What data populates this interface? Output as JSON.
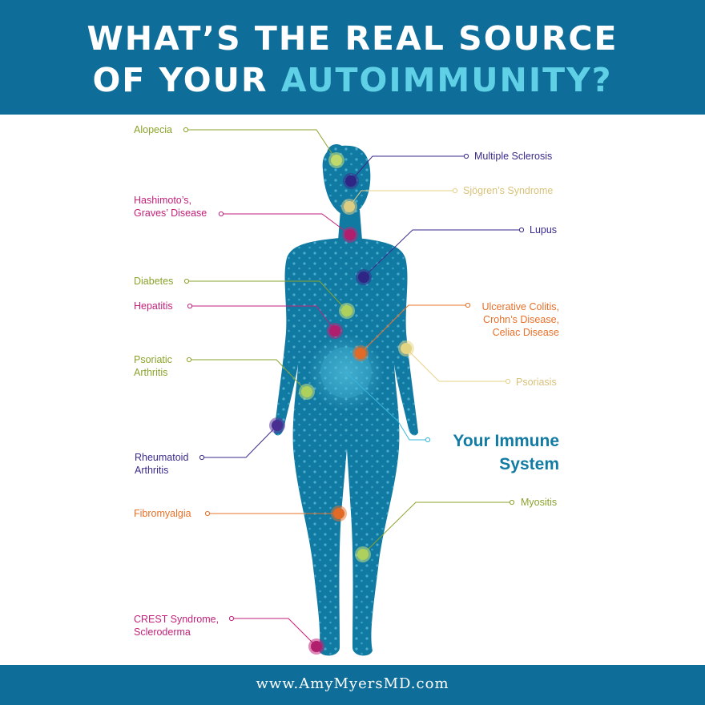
{
  "header": {
    "title_line1": "WHAT’S THE REAL SOURCE",
    "title_line2_prefix": "OF YOUR ",
    "title_line2_accent": "AUTOIMMUNITY?"
  },
  "center_label": {
    "line1": "Your Immune",
    "line2": "System"
  },
  "conditions": {
    "alopecia": "Alopecia",
    "multiple_sclerosis": "Multiple Sclerosis",
    "sjogrens": "Sjögren’s Syndrome",
    "hashimotos_line1": "Hashimoto’s,",
    "hashimotos_line2": "Graves’ Disease",
    "lupus": "Lupus",
    "diabetes": "Diabetes",
    "hepatitis": "Hepatitis",
    "ulcerative_line1": "Ulcerative Colitis,",
    "ulcerative_line2": "Crohn’s Disease,",
    "ulcerative_line3": "Celiac Disease",
    "psoriatic_line1": "Psoriatic",
    "psoriatic_line2": "Arthritis",
    "psoriasis": "Psoriasis",
    "rheumatoid_line1": "Rheumatoid",
    "rheumatoid_line2": "Arthritis",
    "fibromyalgia": "Fibromyalgia",
    "myositis": "Myositis",
    "crest_line1": "CREST Syndrome,",
    "crest_line2": "Scleroderma"
  },
  "footer": {
    "url": "www.AmyMyersMD.com"
  },
  "colors": {
    "banner": "#0f6e99",
    "accent": "#5fd0e6",
    "body": "#117aa2",
    "green": "#8aa32c",
    "purple": "#3b2a8c",
    "magenta": "#c2227a",
    "orange": "#e7702a",
    "pale_yellow": "#e6d089"
  }
}
